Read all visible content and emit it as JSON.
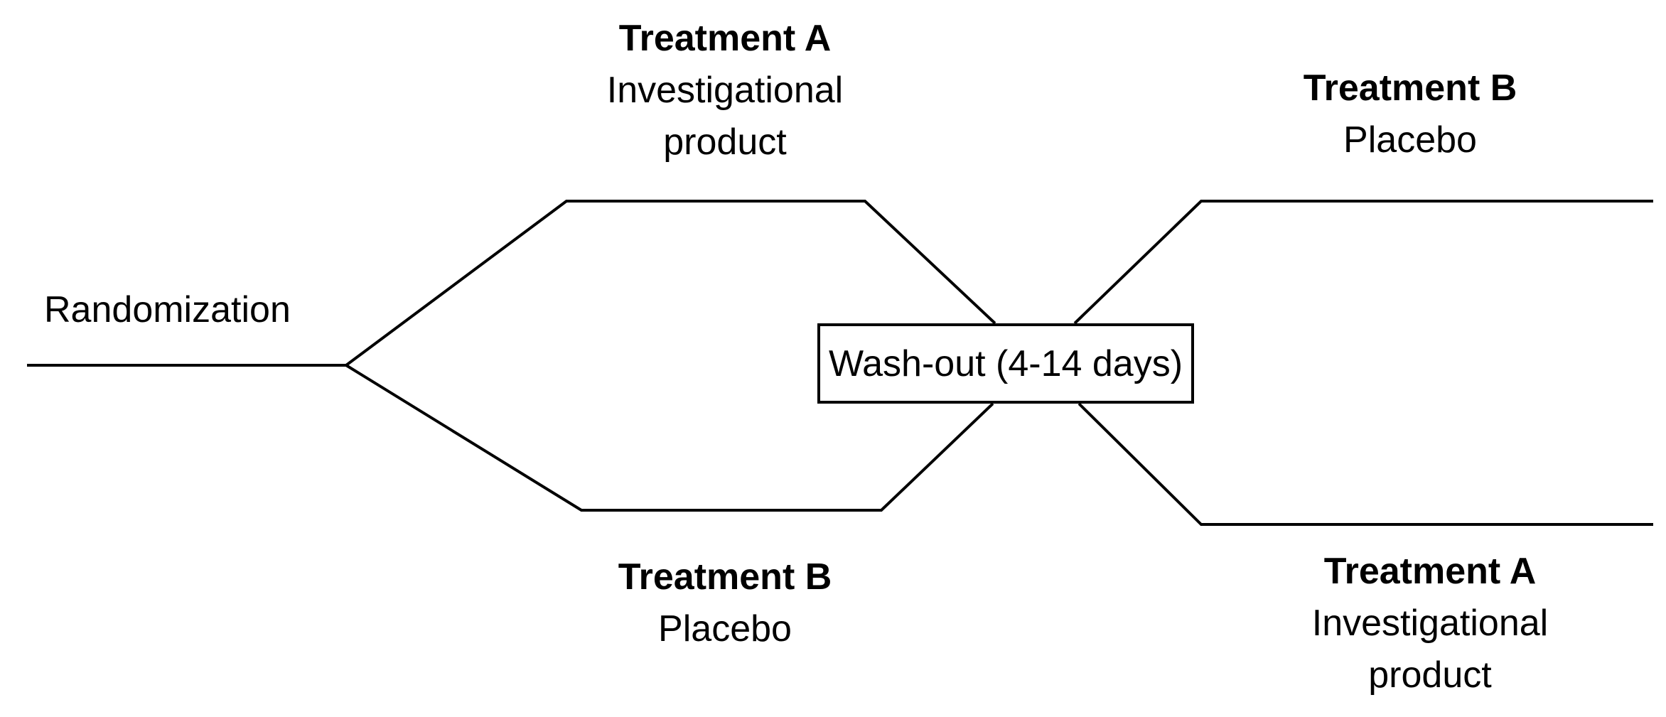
{
  "diagram": {
    "start": "Randomization",
    "washout": "Wash-out (4-14 days)",
    "period1": {
      "upper": {
        "title": "Treatment A",
        "line1": "Investigational",
        "line2": "product"
      },
      "lower": {
        "title": "Treatment B",
        "line1": "Placebo"
      }
    },
    "period2": {
      "upper": {
        "title": "Treatment B",
        "line1": "Placebo"
      },
      "lower": {
        "title": "Treatment A",
        "line1": "Investigational",
        "line2": "product"
      }
    }
  },
  "colors": {
    "line": "#000000",
    "background": "#ffffff"
  }
}
